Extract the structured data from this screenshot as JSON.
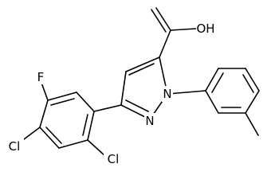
{
  "diagram": {
    "atoms": {
      "cooh": "OH",
      "n1": "N",
      "n2": "N",
      "f": "F",
      "cl_para": "Cl",
      "cl_ortho": "Cl"
    },
    "colors": {
      "bond": "#000000",
      "label": "#000000",
      "background": "#ffffff"
    }
  }
}
